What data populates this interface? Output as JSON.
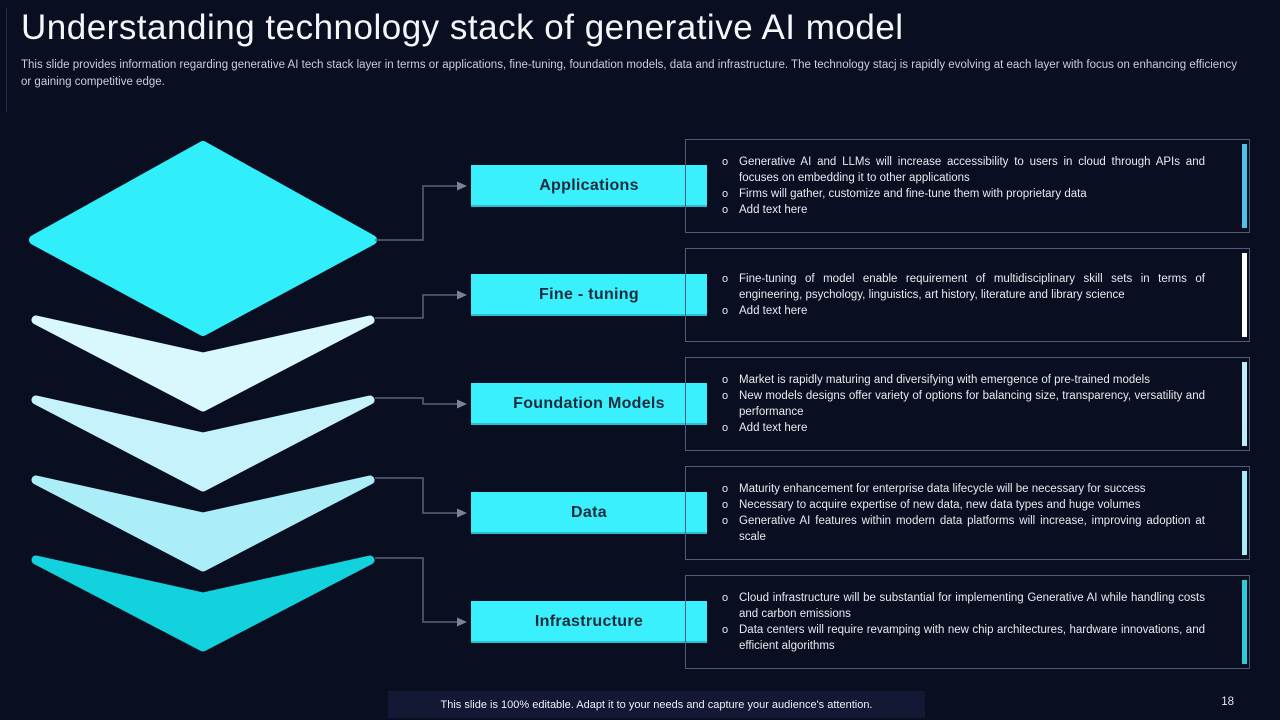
{
  "header": {
    "title": "Understanding technology stack of generative AI model",
    "subtitle": "This slide provides information regarding generative AI tech stack layer in terms or applications, fine-tuning, foundation models, data and infrastructure. The technology stacj is rapidly evolving at each layer with focus on enhancing efficiency or gaining competitive edge."
  },
  "bullet_marker": "o",
  "rows": [
    {
      "label": "Applications",
      "accent": "#4ac2e9",
      "bullets": [
        "Generative AI and LLMs will increase accessibility to users in cloud through APIs and focuses on embedding it to other applications",
        "Firms will gather, customize and fine-tune them with proprietary data",
        "Add text here"
      ]
    },
    {
      "label": "Fine - tuning",
      "accent": "#ffffff",
      "bullets": [
        "Fine-tuning of model enable requirement of multidisciplinary skill sets in terms of engineering, psychology, linguistics, art history, literature and library science",
        "Add text here"
      ]
    },
    {
      "label": "Foundation Models",
      "accent": "#bfeef8",
      "bullets": [
        "Market is rapidly maturing and diversifying with emergence of pre-trained models",
        "New models designs offer variety of options for balancing size, transparency, versatility and performance",
        "Add text here"
      ]
    },
    {
      "label": "Data",
      "accent": "#a9ebf6",
      "bullets": [
        "Maturity enhancement for enterprise data lifecycle will be necessary for success",
        "Necessary to acquire expertise of new data, new data types and huge volumes",
        "Generative AI features within modern data platforms will increase, improving adoption at scale"
      ]
    },
    {
      "label": "Infrastructure",
      "accent": "#2fcbd9",
      "bullets": [
        "Cloud infrastructure will be substantial for implementing Generative AI while handling costs and carbon emissions",
        "Data centers will require revamping with new chip architectures, hardware innovations, and efficient algorithms"
      ]
    }
  ],
  "stack_layers": [
    {
      "name": "applications",
      "color": "#31eefb"
    },
    {
      "name": "fine-tuning",
      "color": "#d9f8fd"
    },
    {
      "name": "foundation-models",
      "color": "#c6f3fb"
    },
    {
      "name": "data",
      "color": "#abeef8"
    },
    {
      "name": "infrastructure",
      "color": "#12d2de"
    }
  ],
  "footer": {
    "note": "This slide is 100% editable. Adapt it to your needs and capture your audience's attention.",
    "page_number": "18"
  },
  "colors": {
    "background": "#0a0e21",
    "label_fill": "#3af0fd",
    "label_text": "#1d2c3c",
    "box_border": "#515a78",
    "connector": "#5a6378",
    "text": "#e8eaef"
  }
}
